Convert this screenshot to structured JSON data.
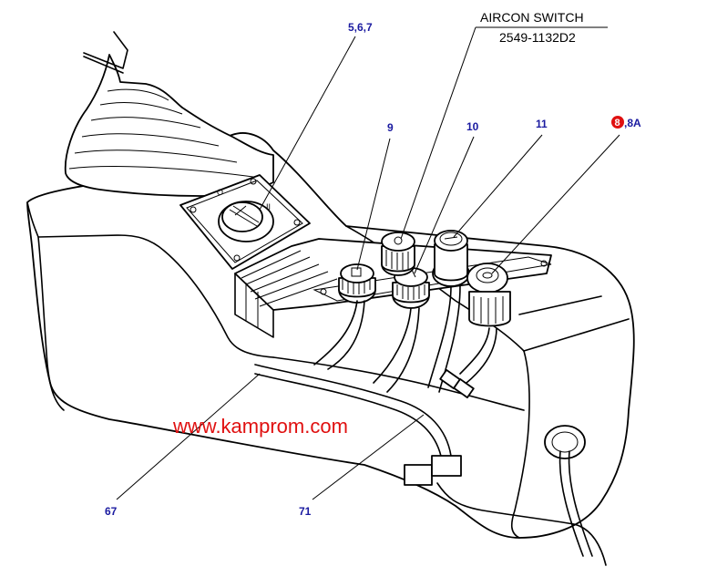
{
  "title": {
    "name": "AIRCON SWITCH",
    "part_number": "2549-1132D2"
  },
  "callouts": {
    "c_5_6_7": "5,6,7",
    "c_9": "9",
    "c_10": "10",
    "c_11": "11",
    "c_8_badge": "8",
    "c_8_suffix": ",8A",
    "c_67": "67",
    "c_71": "71"
  },
  "watermark": "www.kamprom.com",
  "colors": {
    "callout_text": "#1a1aa0",
    "watermark": "#e01010",
    "badge": "#e01010",
    "line": "#000000"
  }
}
